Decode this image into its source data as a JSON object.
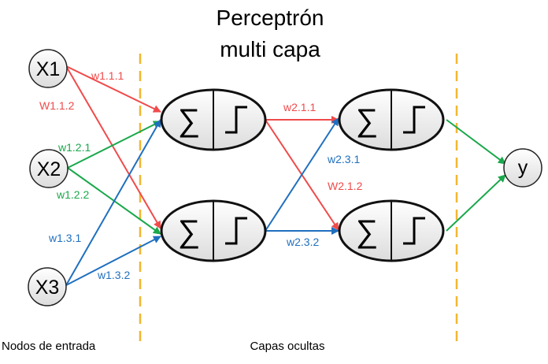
{
  "title": {
    "line1": "Perceptrón",
    "line2": "multi capa"
  },
  "inputs": [
    "X1",
    "X2",
    "X3"
  ],
  "output": "y",
  "neuron": {
    "sum_symbol": "∑",
    "sum_icon": "sigma-icon",
    "activation_icon": "step-function-icon"
  },
  "weights": {
    "w111": "w1.1.1",
    "w112": "W1.1.2",
    "w121": "w1.2.1",
    "w122": "w1.2.2",
    "w131": "w1.3.1",
    "w132": "w1.3.2",
    "w211": "w2.1.1",
    "w212": "W2.1.2",
    "w231": "w2.3.1",
    "w232": "w2.3.2"
  },
  "captions": {
    "input_layer": "Nodos de entrada",
    "hidden_layers": "Capas ocultas"
  },
  "colors": {
    "red": "#f04a4a",
    "green": "#1aa84b",
    "blue": "#1f6fbf",
    "divider": "#f2b630",
    "node_fill": "#ececec"
  }
}
